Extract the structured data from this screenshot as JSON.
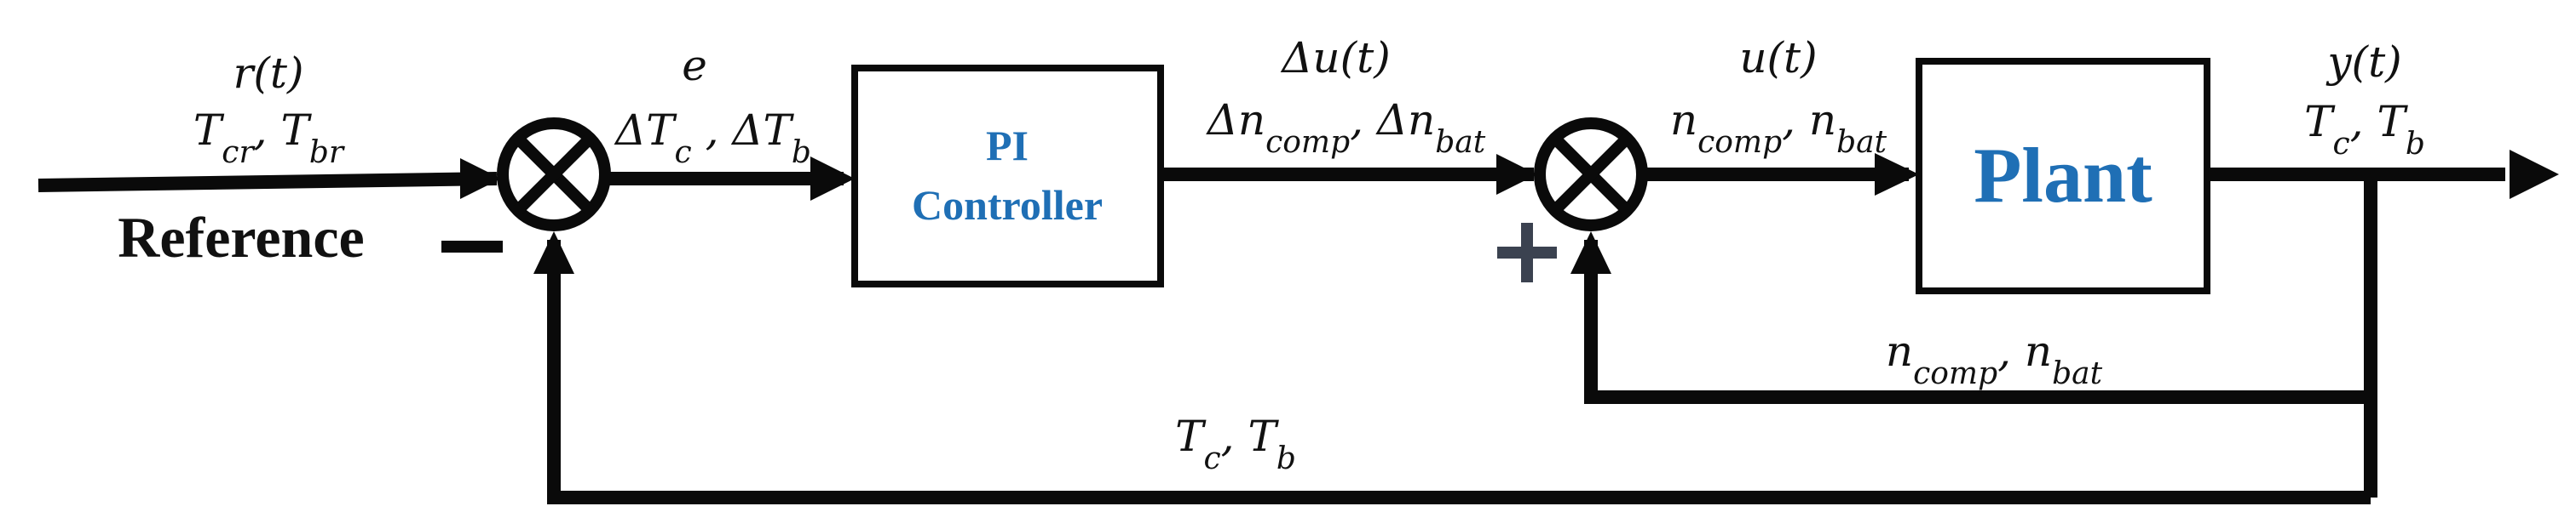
{
  "colors": {
    "line": "#0a0a0a",
    "block_text": "#1f6fb5",
    "plus_sign": "#3b4250"
  },
  "blocks": {
    "pi_controller": {
      "line1": "PI",
      "line2": "Controller"
    },
    "plant": {
      "label": "Plant"
    }
  },
  "input": {
    "signal": "r(t)",
    "vars_T": "T",
    "vars_cr": "cr",
    "vars_sep": ", ",
    "vars_T2": "T",
    "vars_br": "br",
    "reference_label": "Reference"
  },
  "signs": {
    "minus": "−",
    "plus": "+"
  },
  "error": {
    "symbol": "e",
    "d1": "ΔT",
    "s1": "c",
    "sep": " , ",
    "d2": "ΔT",
    "s2": "b"
  },
  "control_delta": {
    "signal": "Δu(t)",
    "d1": "Δn",
    "s1": "comp",
    "sep": ", ",
    "d2": "Δn",
    "s2": "bat"
  },
  "control": {
    "signal": "u(t)",
    "n1": "n",
    "s1": "comp",
    "sep": ", ",
    "n2": "n",
    "s2": "bat"
  },
  "output": {
    "signal": "y(t)",
    "t1": "T",
    "s1": "c",
    "sep": ", ",
    "t2": "T",
    "s2": "b"
  },
  "inner_feedback": {
    "n1": "n",
    "s1": "comp",
    "sep": ", ",
    "n2": "n",
    "s2": "bat"
  },
  "outer_feedback": {
    "t1": "T",
    "s1": "c",
    "sep": ", ",
    "t2": "T",
    "s2": "b"
  }
}
